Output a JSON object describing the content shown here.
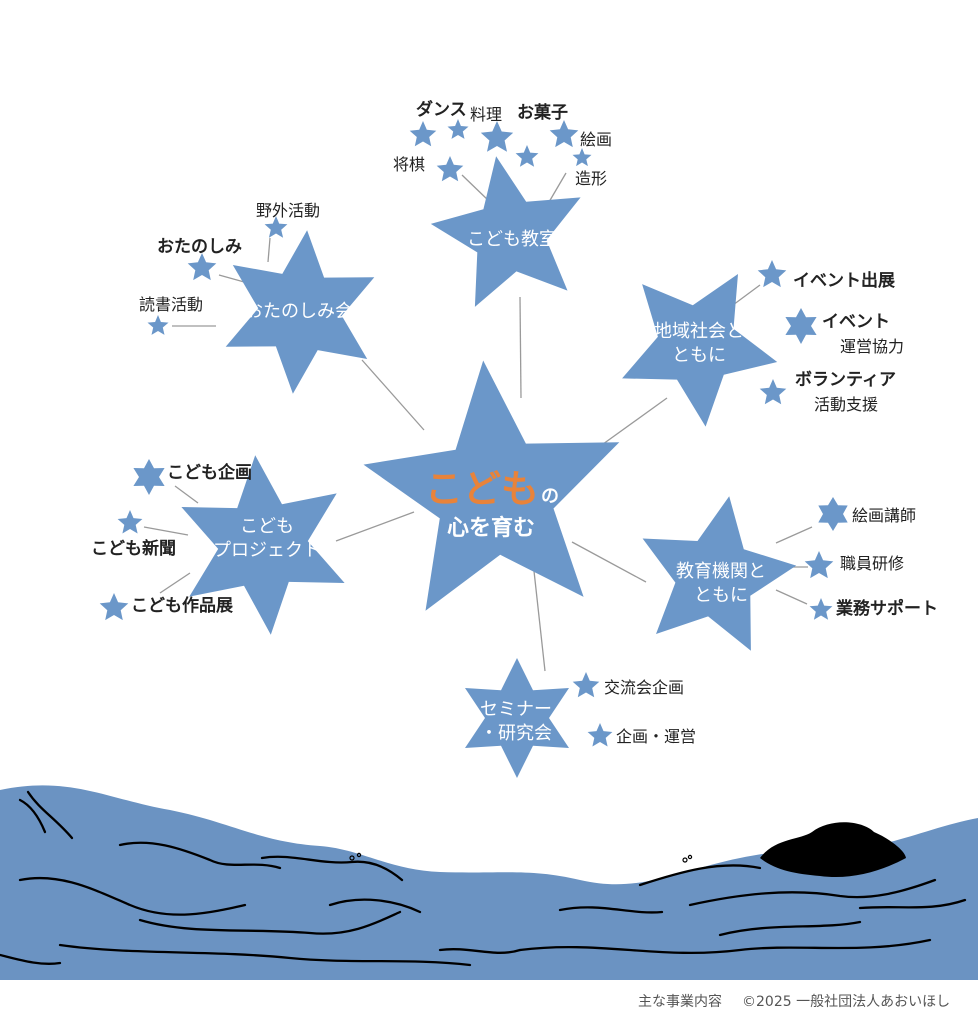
{
  "center": {
    "line1_big": "こども",
    "line1_small": "の",
    "line2": "心を育む"
  },
  "hubs": {
    "kyoshitsu": [
      "こども教室"
    ],
    "otanoshimi": [
      "おたのしみ会"
    ],
    "chiiki": [
      "地域社会と",
      "ともに"
    ],
    "project": [
      "こども",
      "プロジェクト"
    ],
    "kyoiku": [
      "教育機関と",
      "ともに"
    ],
    "seminar": [
      "セミナー",
      "・研究会"
    ]
  },
  "labels": {
    "dance": "ダンス",
    "ryori": "料理",
    "okashi": "お菓子",
    "kaiga": "絵画",
    "shogi": "将棋",
    "zokei": "造形",
    "yagai": "野外活動",
    "otanoshimi": "おたのしみ",
    "dokusho": "読書活動",
    "event_ten": "イベント出展",
    "event_un_1": "イベント",
    "event_un_2": "運営協力",
    "volunteer_1": "ボランティア",
    "volunteer_2": "活動支援",
    "kikaku": "こども企画",
    "shinbun": "こども新聞",
    "sakuhin": "こども作品展",
    "kaiga_koshi": "絵画講師",
    "shokuin": "職員研修",
    "gyomu": "業務サポート",
    "koryu": "交流会企画",
    "unei": "企画・運営"
  },
  "footer": {
    "left": "主な事業内容",
    "right": "©2025 一般社団法人あおいほし"
  },
  "colors": {
    "star": "#6b97c9",
    "sea": "#6b93c2",
    "kodomo": "#e8833a",
    "rock": "#000000",
    "line": "#9a9a9a"
  }
}
